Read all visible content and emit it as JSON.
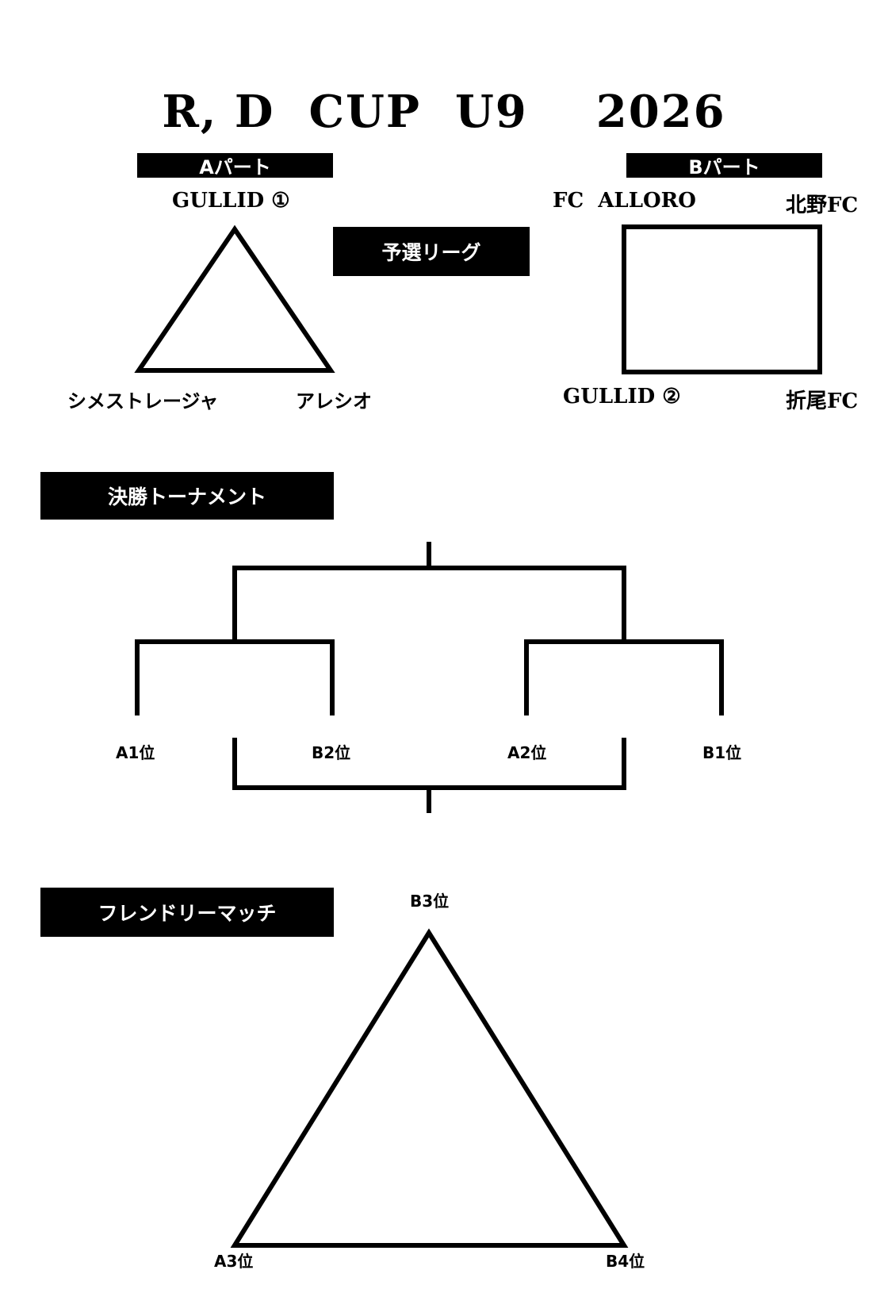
{
  "title": "R, D  CUP  U9    2026",
  "part_a": {
    "header": "Aパート",
    "teams": {
      "top": "GULLID ①",
      "bottom_left": "シメストレージャ",
      "bottom_right": "アレシオ"
    }
  },
  "part_b": {
    "header": "Bパート",
    "teams": {
      "top_left": "FC  ALLORO",
      "top_right": "北野FC",
      "bottom_left": "GULLID ②",
      "bottom_right": "折尾FC"
    }
  },
  "preliminary": {
    "label": "予選リーグ"
  },
  "final_tournament": {
    "label": "決勝トーナメント",
    "seeds": [
      "A1位",
      "B2位",
      "A2位",
      "B1位"
    ]
  },
  "friendly": {
    "label": "フレンドリーマッチ",
    "seeds": {
      "top": "B3位",
      "bottom_left": "A3位",
      "bottom_right": "B4位"
    }
  }
}
